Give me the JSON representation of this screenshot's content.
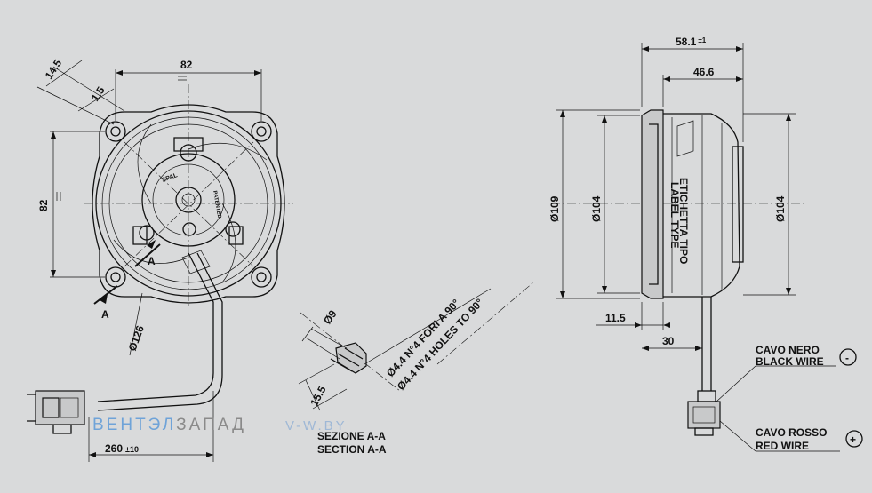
{
  "front_view": {
    "dim_width": "82",
    "dim_height": "82",
    "dim_14_5": "14.5",
    "dim_1_5": "1.5",
    "dim_dia_126": "Ø126",
    "dim_cable": "260",
    "dim_cable_tol": "±10",
    "section_marker": "A"
  },
  "section_view": {
    "dim_dia_9": "Ø9",
    "dim_15_5": "15.5",
    "holes_it": "Ø4.4 N°4 FORI A 90°",
    "holes_en": "Ø4.4 N°4 HOLES TO 90°",
    "title_it": "SEZIONE A-A",
    "title_en": "SECTION A-A"
  },
  "side_view": {
    "dim_total": "58.1",
    "dim_total_tol": "±1",
    "dim_46_6": "46.6",
    "dim_dia_109": "Ø109",
    "dim_dia_104_left": "Ø104",
    "dim_dia_104_right": "Ø104",
    "dim_11_5": "11.5",
    "dim_30": "30",
    "label_it": "ETICHETTA TIPO",
    "label_en": "LABEL TYPE"
  },
  "wires": {
    "black_it": "CAVO NERO",
    "black_en": "BLACK WIRE",
    "black_symbol": "-",
    "red_it": "CAVO ROSSO",
    "red_en": "RED WIRE",
    "red_symbol": "+"
  },
  "hub_marks": {
    "brand": "SPAL",
    "patented": "PATENTED"
  },
  "watermark": {
    "part1": "ВЕНТЭЛ",
    "part2": "ЗАПАД",
    "part3": "V-W.BY",
    "color1": "#6fa3d8",
    "color2": "#8a8a8a"
  }
}
